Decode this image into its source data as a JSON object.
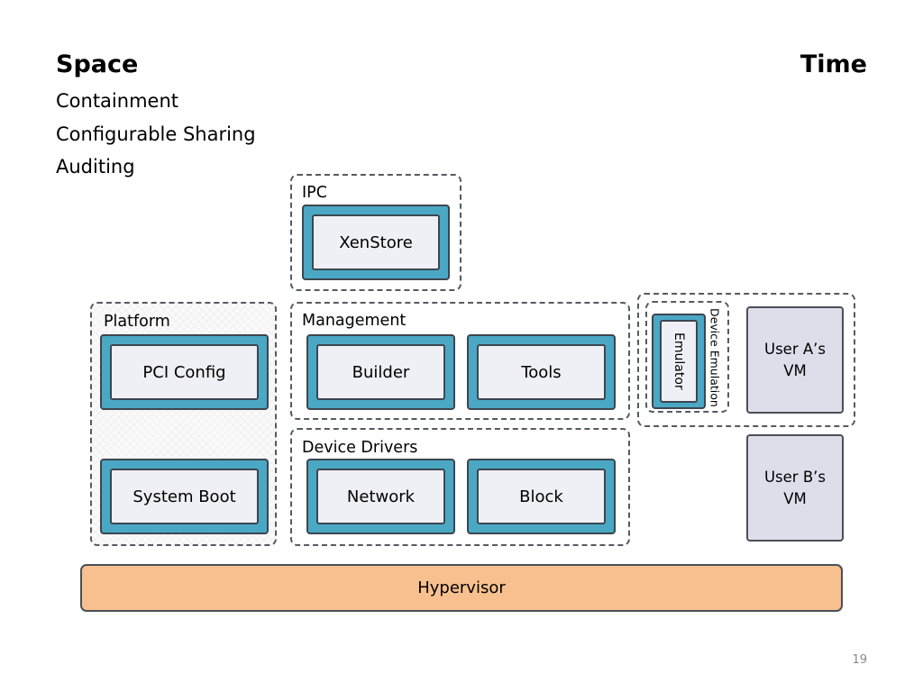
{
  "slide": {
    "heading_left": "Space",
    "heading_right": "Time",
    "bullets": [
      "Containment",
      "Configurable Sharing",
      "Auditing"
    ],
    "page_number": "19"
  },
  "diagram": {
    "ipc": {
      "label": "IPC",
      "xenstore": "XenStore"
    },
    "platform": {
      "label": "Platform",
      "pci_config": "PCI Config",
      "system_boot": "System Boot"
    },
    "management": {
      "label": "Management",
      "builder": "Builder",
      "tools": "Tools"
    },
    "device_drivers": {
      "label": "Device Drivers",
      "network": "Network",
      "block": "Block"
    },
    "device_emulation": {
      "label": "Device Emulation",
      "emulator": "Emulator"
    },
    "vm_a": {
      "line1": "User A’s",
      "line2": "VM"
    },
    "vm_b": {
      "line1": "User B’s",
      "line2": "VM"
    },
    "hypervisor": "Hypervisor"
  },
  "colors": {
    "component_outer": "#4aa8c4",
    "component_inner": "#efeff6",
    "vm_fill": "#dcdeea",
    "hypervisor_fill": "#f8c08e",
    "border": "#3c4650"
  }
}
